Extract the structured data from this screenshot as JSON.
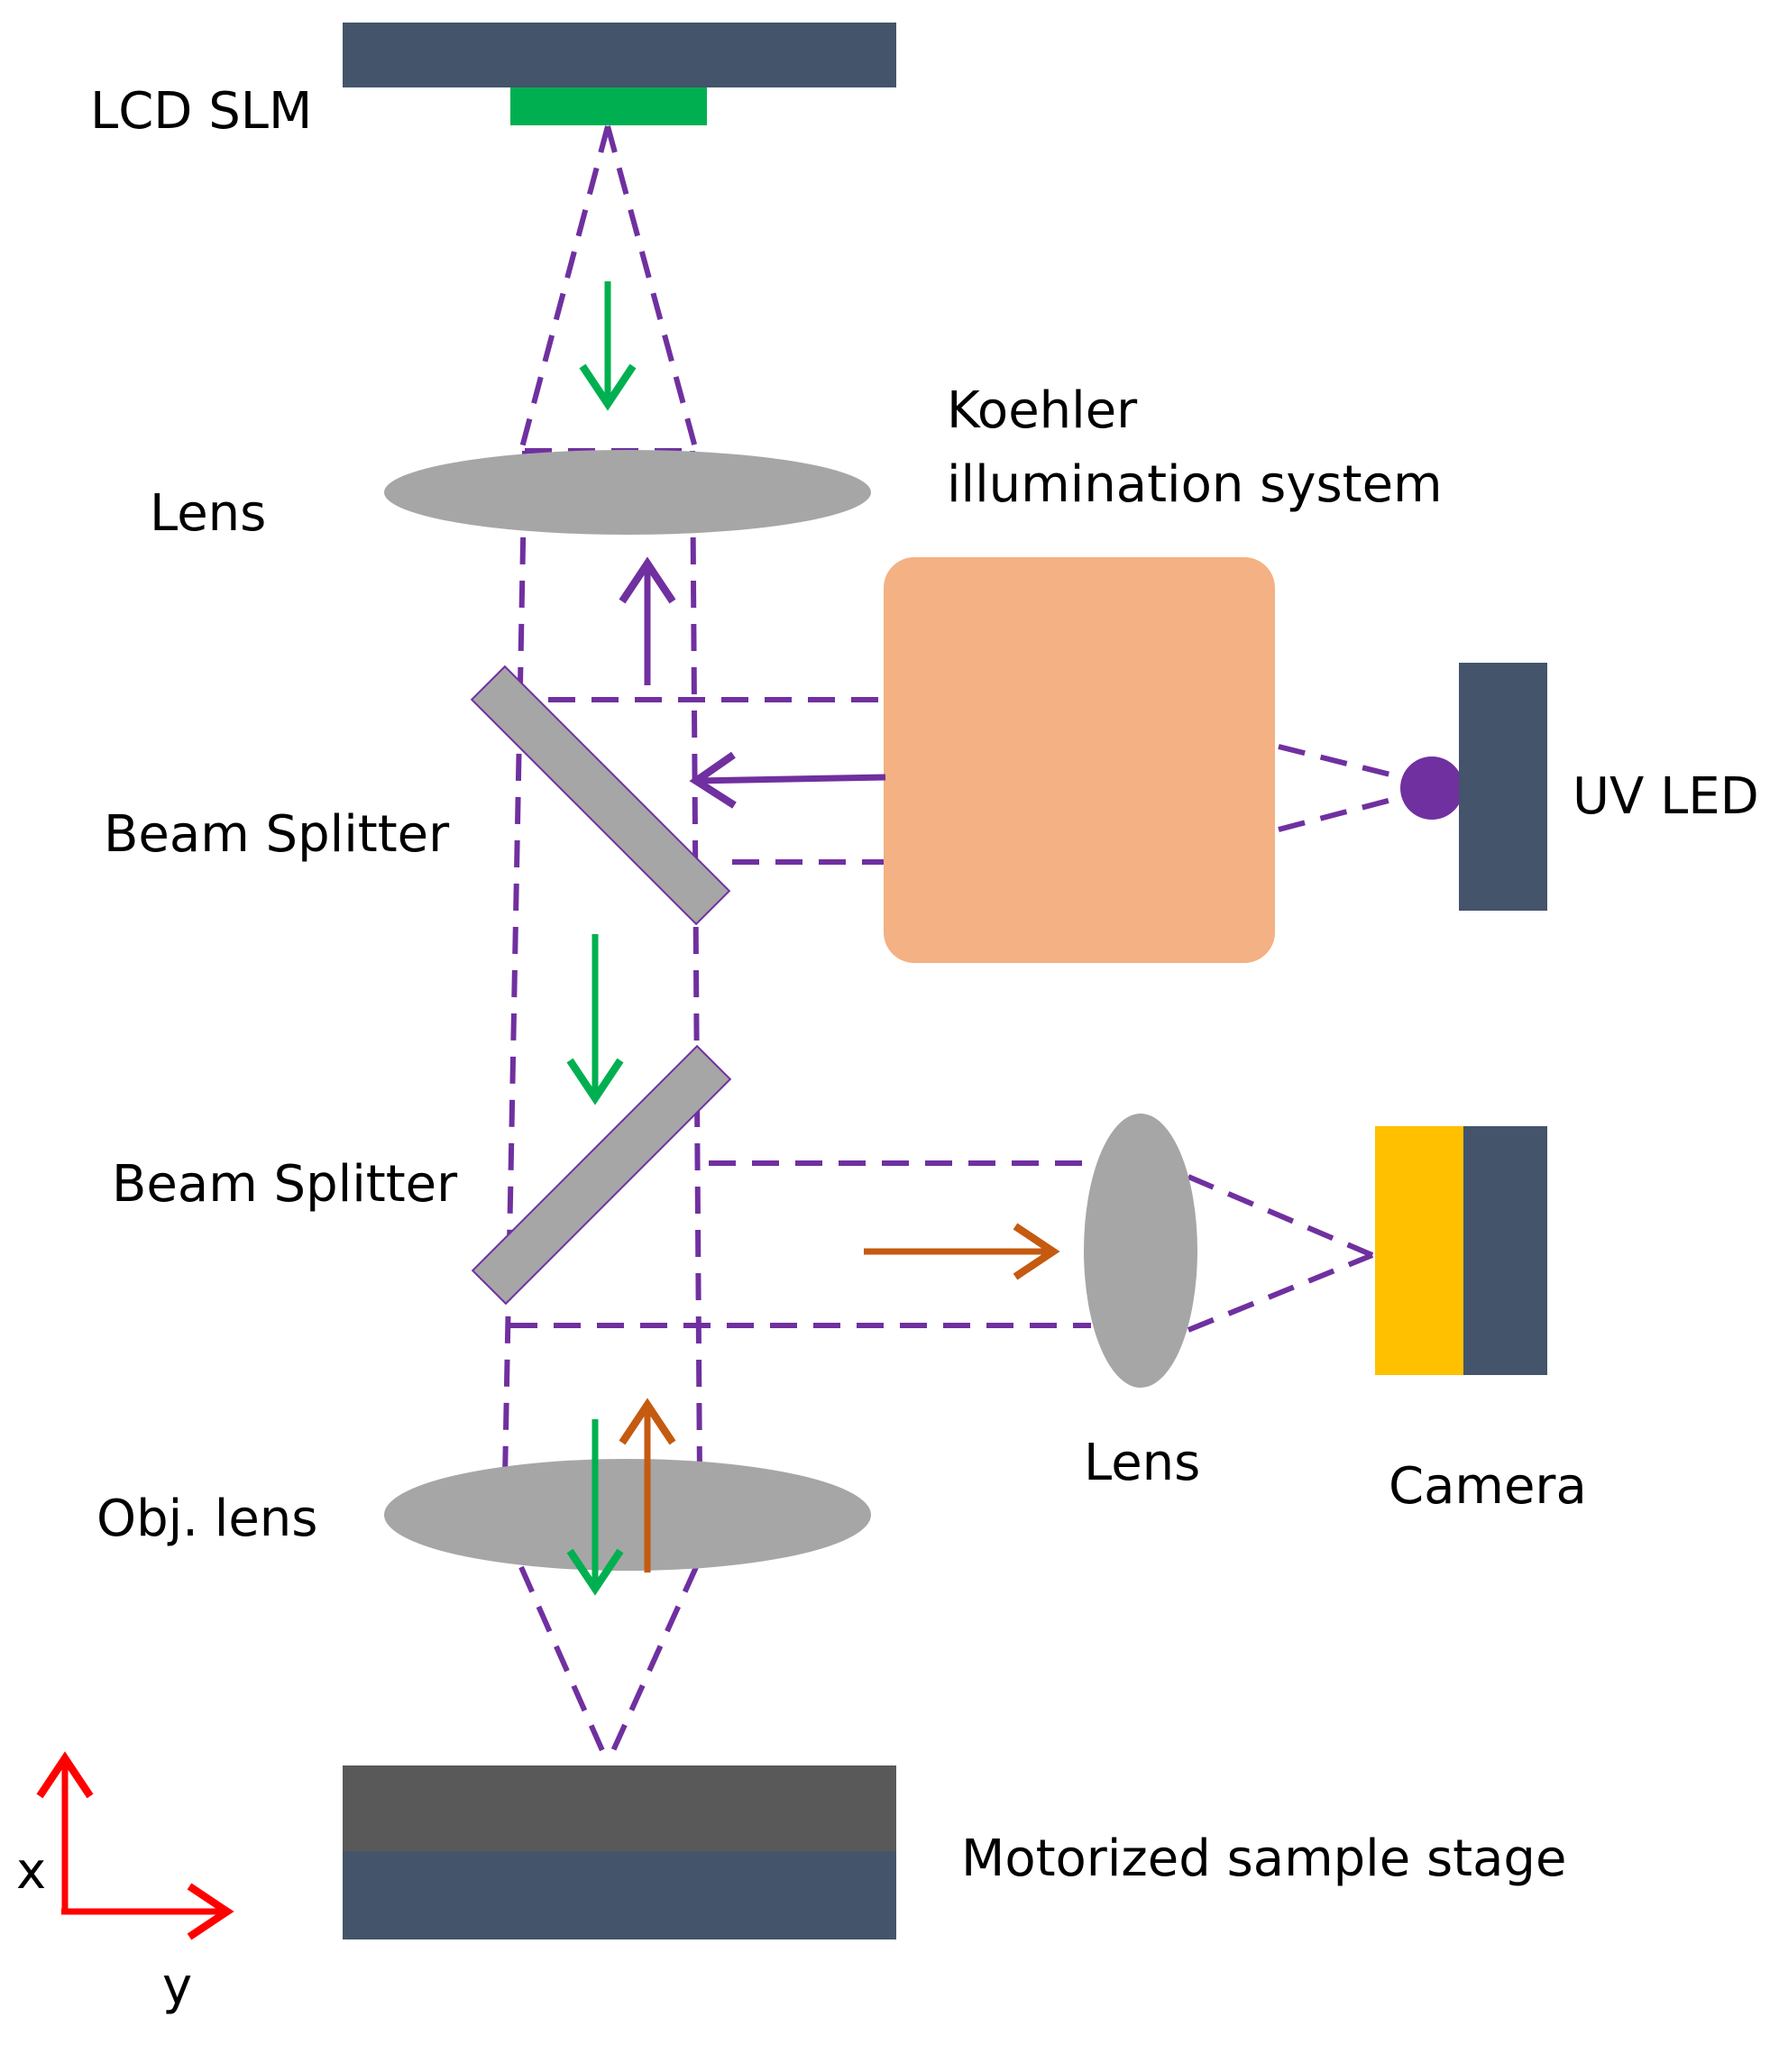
{
  "labels": {
    "lcd_slm": "LCD SLM",
    "lens_top": "Lens",
    "koehler_line1": "Koehler",
    "koehler_line2": "illumination system",
    "beam_splitter_1": "Beam Splitter",
    "uv_led": "UV LED",
    "beam_splitter_2": "Beam Splitter",
    "lens_camera": "Lens",
    "camera": "Camera",
    "obj_lens": "Obj. lens",
    "stage": "Motorized sample stage",
    "axis_x": "x",
    "axis_y": "y"
  },
  "colors": {
    "dark_slate": "#44546A",
    "slm_active": "#00B050",
    "optic_gray": "#A6A6A6",
    "koehler_box": "#F4B183",
    "uv_led_source": "#7030A0",
    "beam_purple": "#7030A0",
    "arrow_green": "#00B050",
    "arrow_purple": "#7030A0",
    "arrow_orange": "#C55A11",
    "camera_sensor": "#FFC000",
    "stage_top": "#595959",
    "axis_red": "#FF0000"
  }
}
